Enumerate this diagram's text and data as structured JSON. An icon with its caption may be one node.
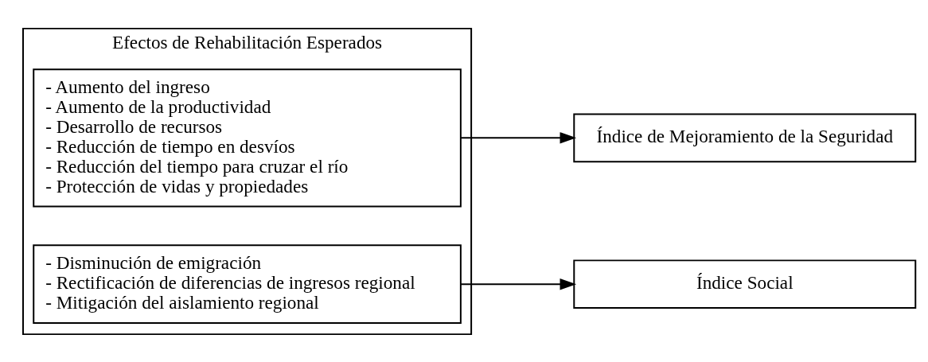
{
  "diagram": {
    "nodes": [
      {
        "text": [
          "Efectos de Rehabilitación Esperados"
        ]
      },
      {
        "text": [
          "- Aumento del ingreso",
          "- Aumento de la productividad",
          "- Desarrollo de recursos",
          "- Reducción de tiempo en desvíos",
          "- Reducción del tiempo para cruzar el río",
          "- Protección de vidas y propiedades"
        ],
        "in": 0
      },
      {
        "text": [
          "- Disminución de emigración",
          "- Rectificación de diferencias de ingresos regional",
          "- Mitigación del aislamiento regional"
        ],
        "in": 0
      },
      {
        "text": [
          "Índice de Mejoramiento de la Seguridad"
        ]
      },
      {
        "text": [
          "Índice Social"
        ]
      }
    ],
    "edges": [
      {
        "from": 1,
        "to": 3,
        "arrow": "to"
      },
      {
        "from": 2,
        "to": 4,
        "arrow": "to"
      }
    ]
  }
}
